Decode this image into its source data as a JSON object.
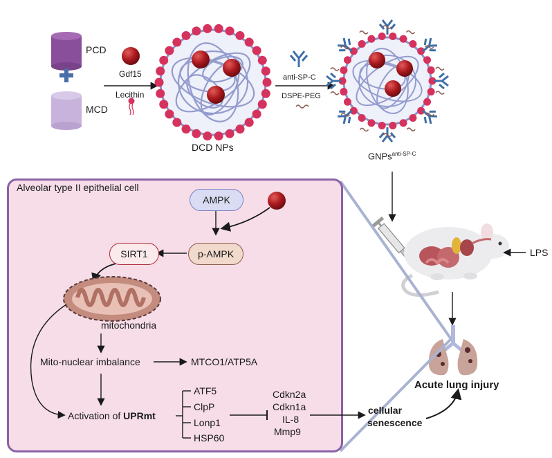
{
  "top": {
    "pcd": "PCD",
    "mcd": "MCD",
    "gdf15": "Gdf15",
    "lecithin": "Lecithin",
    "dcd_nps": "DCD NPs",
    "anti_spc": "anti-SP-C",
    "dspe_peg": "DSPE-PEG",
    "gnps": "GNPs",
    "gnps_sup": "anti-SP-C"
  },
  "cell": {
    "title": "Alveolar type II epithelial cell",
    "ampk": "AMPK",
    "pampk": "p-AMPK",
    "sirt1": "SIRT1",
    "mito": "mitochondria",
    "imbalance": "Mito-nuclear imbalance",
    "mtco": "MTCO1/ATP5A",
    "activation": "Activation of ",
    "uprmt": "UPRmt",
    "genes": [
      "ATF5",
      "ClpP",
      "Lonp1",
      "HSP60"
    ],
    "markers": [
      "Cdkn2a",
      "Cdkn1a",
      "IL-8",
      "Mmp9"
    ]
  },
  "right": {
    "lps": "LPS",
    "senescence1": "cellular",
    "senescence2": "senescence",
    "ali": "Acute lung injury"
  },
  "colors": {
    "cell_fill": "#f6dde8",
    "cell_border": "#8a62a6",
    "nanoparticle": "#b3272c",
    "lipid_bead": "#d6325e",
    "mesh": "#8b93c9",
    "antibody": "#3e6fa8",
    "ampk_fill": "#d9dcf3",
    "pampk_fill": "#f1d9cc",
    "sirt1_fill": "#fbeaec"
  }
}
